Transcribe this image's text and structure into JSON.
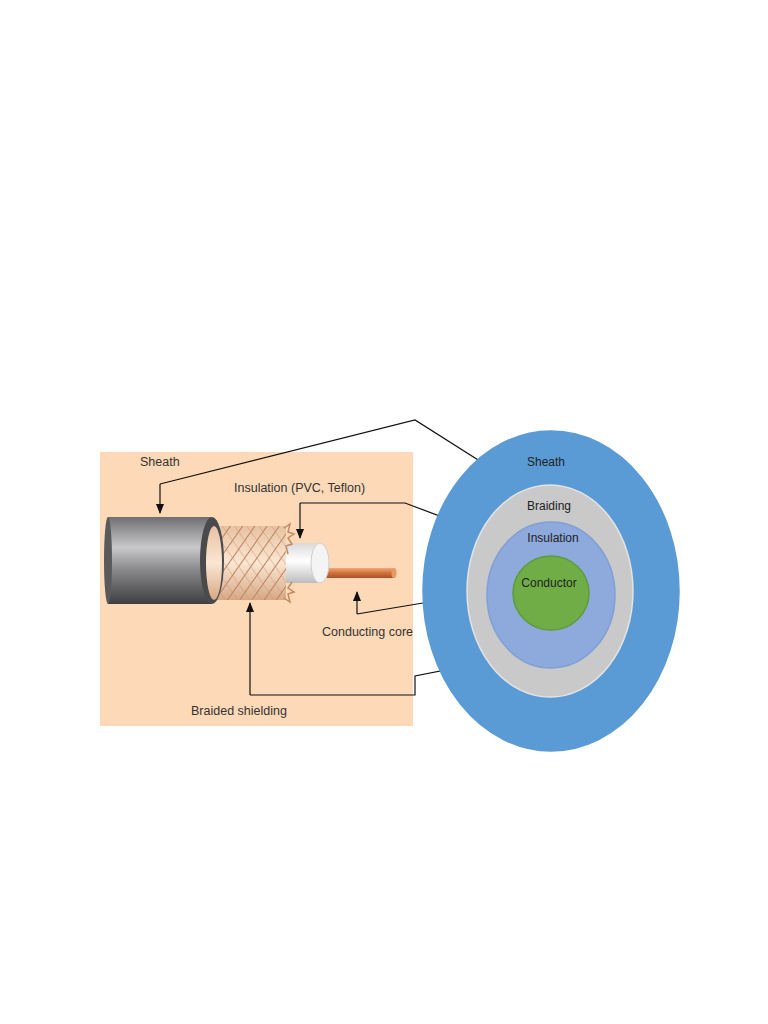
{
  "diagram": {
    "nodes": [
      {
        "text": [
          "Sheath"
        ]
      },
      {
        "text": [
          "Braiding"
        ],
        "in": 0
      },
      {
        "text": [
          "Insulation"
        ],
        "in": 1
      },
      {
        "text": [
          "Conductor"
        ],
        "in": 2
      }
    ],
    "labels": [
      "Sheath",
      "Insulation (PVC, Teflon)",
      "Conducting core",
      "Braided shielding"
    ]
  }
}
